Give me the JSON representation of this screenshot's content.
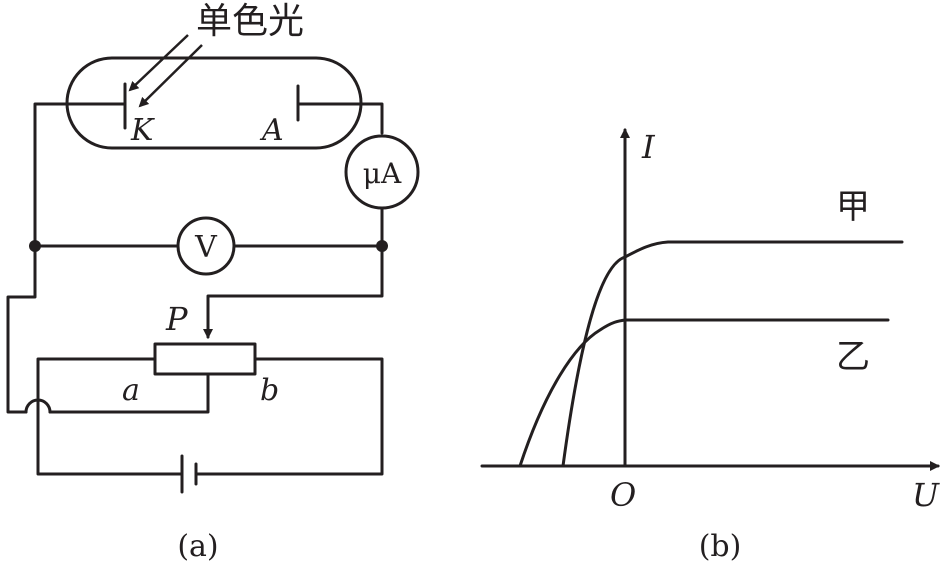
{
  "circuit": {
    "light_label": "单色光",
    "cathode_label": "K",
    "anode_label": "A",
    "ammeter_label": "μA",
    "voltmeter_label": "V",
    "slider_label": "P",
    "end_a_label": "a",
    "end_b_label": "b",
    "caption": "(a)"
  },
  "graph": {
    "y_axis_label": "I",
    "x_axis_label": "U",
    "origin_label": "O",
    "curve_jia_label": "甲",
    "curve_yi_label": "乙",
    "caption": "(b)"
  },
  "colors": {
    "ink": "#231f20",
    "background": "#ffffff"
  }
}
